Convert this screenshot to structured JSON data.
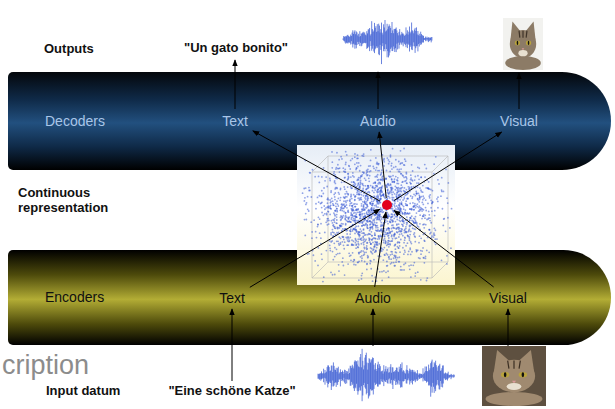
{
  "diagram": {
    "nodes": [
      {
        "text": [
          "Decoders"
        ]
      },
      {
        "text": [
          "Text"
        ],
        "in": 0
      },
      {
        "text": [
          "Audio"
        ],
        "in": 0
      },
      {
        "text": [
          "Visual"
        ],
        "in": 0
      },
      {
        "text": [
          "Continuous representation"
        ]
      },
      {
        "text": [
          "Encoders"
        ]
      },
      {
        "text": [
          "Text"
        ],
        "in": 5
      },
      {
        "text": [
          "Audio"
        ],
        "in": 5
      },
      {
        "text": [
          "Visual"
        ],
        "in": 5
      }
    ],
    "edges": [
      {
        "from": 6,
        "to": 4,
        "arrow": "to"
      },
      {
        "from": 7,
        "to": 4,
        "arrow": "to"
      },
      {
        "from": 8,
        "to": 4,
        "arrow": "to"
      },
      {
        "from": 4,
        "to": 1,
        "arrow": "to"
      },
      {
        "from": 4,
        "to": 2,
        "arrow": "to"
      },
      {
        "from": 4,
        "to": 3,
        "arrow": "to"
      }
    ],
    "labels": [
      "Outputs",
      "\"Un gato bonito\"",
      "cription",
      "Input datum",
      "\"Eine schöne Katze\""
    ]
  }
}
